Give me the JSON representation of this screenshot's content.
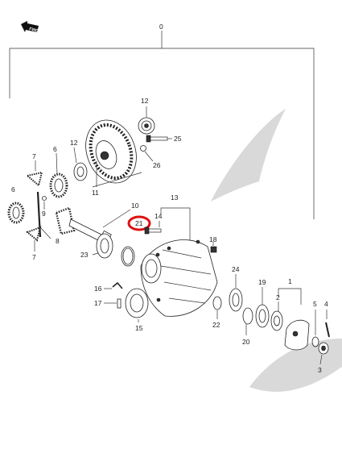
{
  "colors": {
    "highlight_ring": "#e01010",
    "watermark": "#d7d7d7",
    "line": "#333333"
  },
  "icons": {
    "front_arrow": "front-arrow-icon"
  },
  "front_marker": "FWD",
  "labels": {
    "p0": "0",
    "p1": "1",
    "p2": "2",
    "p3": "3",
    "p4": "4",
    "p5": "5",
    "p6a": "6",
    "p6b": "6",
    "p7a": "7",
    "p7b": "7",
    "p8": "8",
    "p9": "9",
    "p10": "10",
    "p11": "11",
    "p12a": "12",
    "p12b": "12",
    "p13": "13",
    "p14": "14",
    "p15": "15",
    "p16": "16",
    "p17": "17",
    "p18": "18",
    "p19": "19",
    "p20": "20",
    "p21": "21",
    "p22": "22",
    "p23": "23",
    "p24": "24",
    "p25": "25",
    "p26": "26"
  }
}
